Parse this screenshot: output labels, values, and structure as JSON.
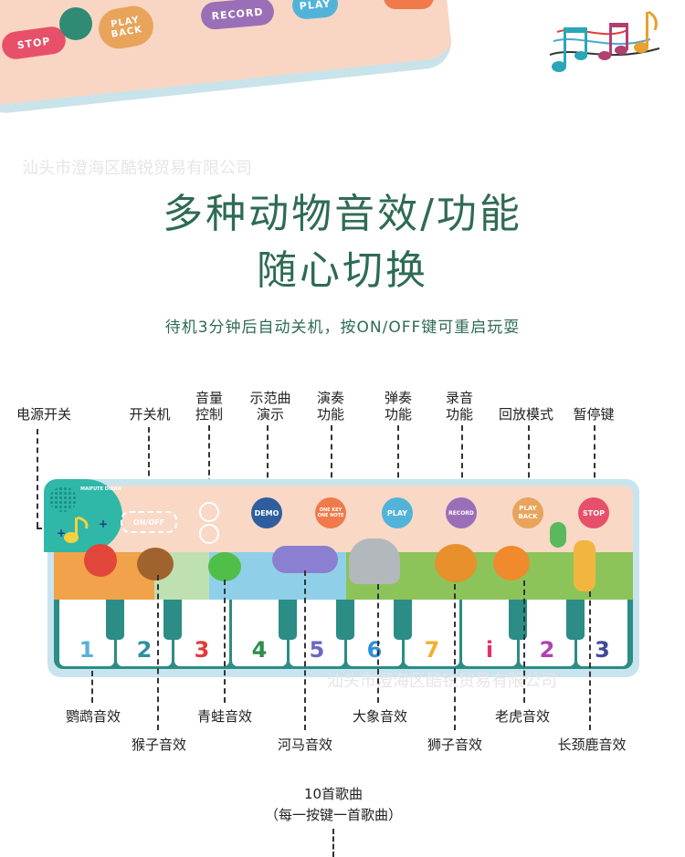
{
  "top_buttons": [
    {
      "label": "STOP",
      "color": "#e8506a"
    },
    {
      "label": "PLAY BACK",
      "color": "#e8a45a"
    },
    {
      "label": "RECORD",
      "color": "#9a6fb8"
    },
    {
      "label": "PLAY",
      "color": "#52b3d9"
    }
  ],
  "watermark": "汕头市澄海区酷锐贸易有限公司",
  "headline": {
    "line1": "多种动物音效/功能",
    "line2": "随心切换"
  },
  "subtitle": "待机3分钟后自动关机，按ON/OFF键可重启玩耍",
  "top_labels": {
    "power_switch": "电源开关",
    "on_off": "开关机",
    "volume": [
      "音量",
      "控制"
    ],
    "demo": [
      "示范曲",
      "演示"
    ],
    "perform": [
      "演奏",
      "功能"
    ],
    "play": [
      "弹奏",
      "功能"
    ],
    "record": [
      "录音",
      "功能"
    ],
    "playback": "回放模式",
    "pause": "暂停键"
  },
  "mat": {
    "logo_text": "MAIFUTE DIANA",
    "on_off_label": "ON/OFF",
    "demo_label": "DEMO",
    "one_key_label": "ONE KEY ONE NOTE",
    "play_label": "PLAY",
    "record_label": "RECORD",
    "playback_label": "PLAY BACK",
    "stop_label": "STOP",
    "colors": {
      "demo": "#2f5e9e",
      "one_key": "#f07a4a",
      "play": "#52b3d9",
      "record": "#9a6fb8",
      "playback": "#e8a45a",
      "stop": "#e8506a"
    }
  },
  "keys": [
    {
      "label": "1",
      "color": "#5bb0d8"
    },
    {
      "label": "2",
      "color": "#2f8fa0"
    },
    {
      "label": "3",
      "color": "#e23a3a"
    },
    {
      "label": "4",
      "color": "#2e8d4a"
    },
    {
      "label": "5",
      "color": "#6a68c4"
    },
    {
      "label": "6",
      "color": "#2f8fd8"
    },
    {
      "label": "7",
      "color": "#f0b030"
    },
    {
      "label": "i",
      "color": "#e2306a"
    },
    {
      "label": "2",
      "color": "#b040b0"
    },
    {
      "label": "3",
      "color": "#404a9a"
    }
  ],
  "bottom_labels": {
    "parrot": "鹦鹉音效",
    "monkey": "猴子音效",
    "frog": "青蛙音效",
    "hippo": "河马音效",
    "elephant": "大象音效",
    "lion": "狮子音效",
    "tiger": "老虎音效",
    "giraffe": "长颈鹿音效"
  },
  "songs": {
    "line1": "10首歌曲",
    "line2": "（每一按键一首歌曲）"
  }
}
